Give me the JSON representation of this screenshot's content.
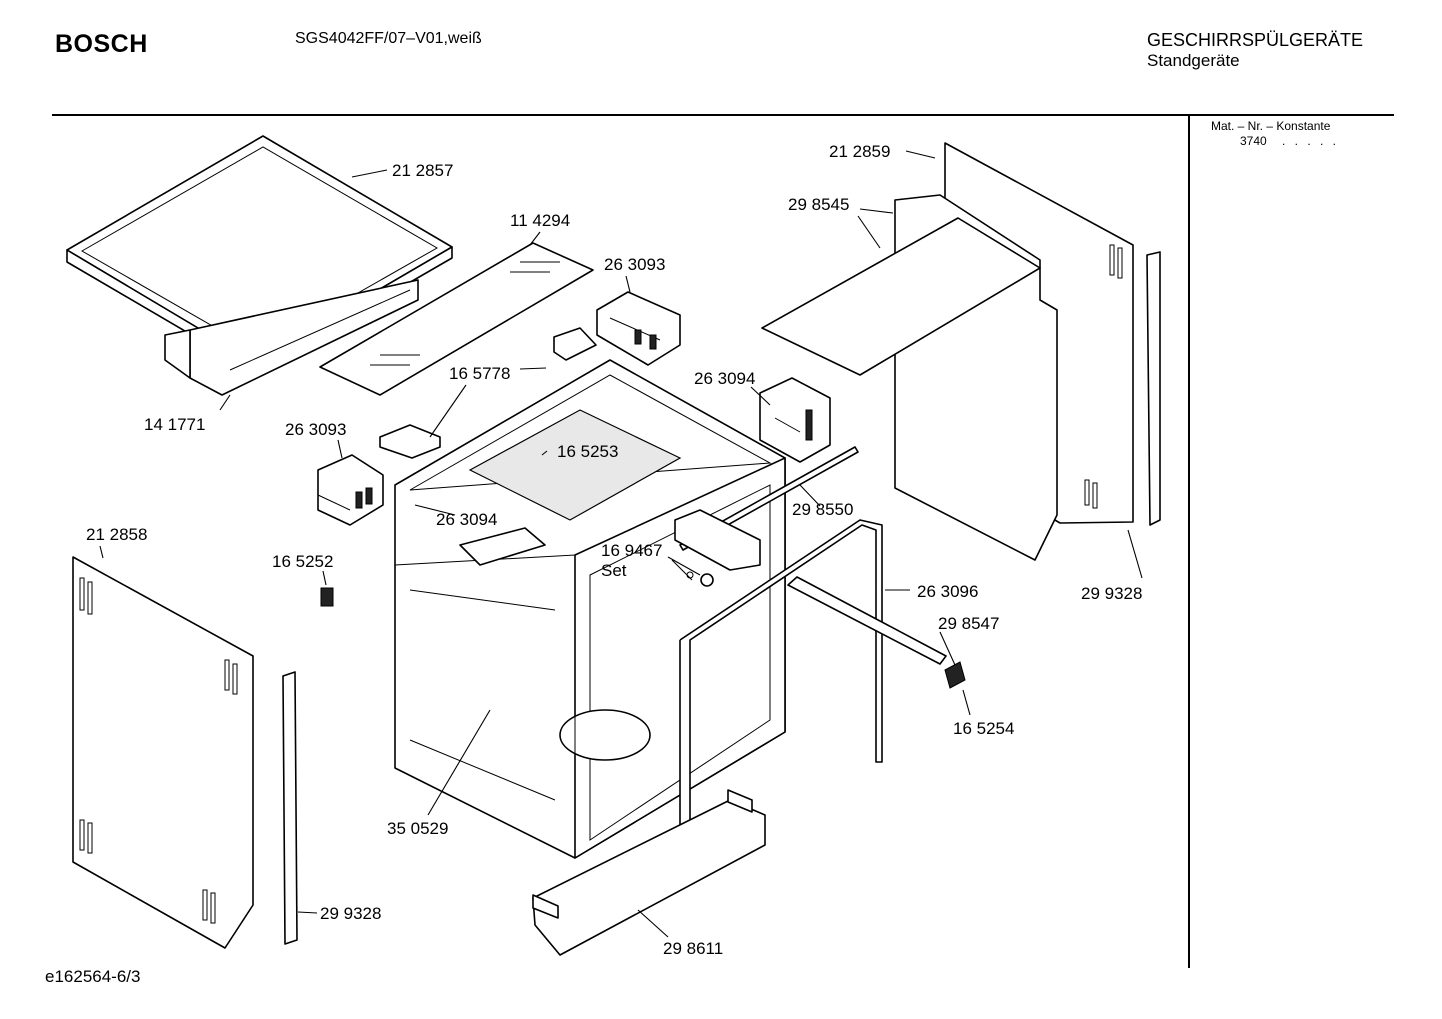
{
  "header": {
    "brand": "BOSCH",
    "model": "SGS4042FF/07–V01,weiß",
    "category": "GESCHIRRSPÜLGERÄTE",
    "subcategory": "Standgeräte"
  },
  "side_panel": {
    "label": "Mat. – Nr. – Konstante",
    "value": "3740",
    "dots": ". . . . ."
  },
  "footer": {
    "doc_id": "e162564-6/3"
  },
  "parts": [
    {
      "id": "p212857",
      "label": "21 2857"
    },
    {
      "id": "p114294",
      "label": "11 4294"
    },
    {
      "id": "p263093a",
      "label": "26 3093"
    },
    {
      "id": "p165778",
      "label": "16 5778"
    },
    {
      "id": "p141771",
      "label": "14 1771"
    },
    {
      "id": "p263093b",
      "label": "26 3093"
    },
    {
      "id": "p165253",
      "label": "16 5253"
    },
    {
      "id": "p263094a",
      "label": "26 3094"
    },
    {
      "id": "p263094b",
      "label": "26 3094"
    },
    {
      "id": "p212859",
      "label": "21 2859"
    },
    {
      "id": "p298545",
      "label": "29 8545"
    },
    {
      "id": "p298550",
      "label": "29 8550"
    },
    {
      "id": "p169467",
      "label": "16 9467"
    },
    {
      "id": "pset",
      "label": "Set"
    },
    {
      "id": "p212858",
      "label": "21 2858"
    },
    {
      "id": "p165252",
      "label": "16 5252"
    },
    {
      "id": "p263096",
      "label": "26 3096"
    },
    {
      "id": "p299328a",
      "label": "29 9328"
    },
    {
      "id": "p298547",
      "label": "29 8547"
    },
    {
      "id": "p165254",
      "label": "16 5254"
    },
    {
      "id": "p350529",
      "label": "35 0529"
    },
    {
      "id": "p299328b",
      "label": "29 9328"
    },
    {
      "id": "p298611",
      "label": "29 8611"
    }
  ]
}
